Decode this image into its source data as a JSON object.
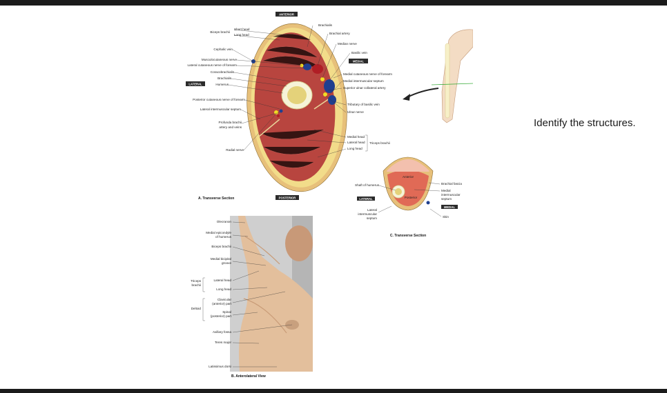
{
  "prompt_text": "Identify the structures.",
  "figure": {
    "panel_a": {
      "caption": "A. Transverse Section",
      "orientation": {
        "top": "ANTERIOR",
        "bottom": "POSTERIOR",
        "left": "LATERAL",
        "right": "MEDIAL"
      },
      "left_labels": [
        "Short head",
        "Long head",
        "Biceps brachii",
        "Cephalic vein",
        "Musculocutaneous nerve",
        "Lateral cutaneous nerve of forearm",
        "Coracobrachialis",
        "Brachialis",
        "Humerus",
        "Posterior cutaneous nerve of forearm",
        "Lateral intermuscular septum",
        "Profunda brachii",
        "artery and veins",
        "Radial nerve"
      ],
      "right_labels": [
        "Brachialis",
        "Brachial artery",
        "Median nerve",
        "Basilic vein",
        "Medial cutaneous nerve of forearm",
        "Medial intermuscular septum",
        "Superior ulnar collateral artery",
        "Tributary of basilic vein",
        "Ulnar nerve",
        "Medial head",
        "Lateral head",
        "Long head",
        "Triceps brachii"
      ]
    },
    "panel_b": {
      "caption": "B. Anterolateral View",
      "labels": [
        "Olecranon",
        "Medial epicondyle",
        "of humerus",
        "Biceps brachii",
        "Medial bicipital",
        "groove",
        "Triceps",
        "brachii",
        "Lateral head",
        "Long head",
        "Deltoid",
        "Clavicular",
        "(anterior) part",
        "Spinal",
        "(posterior) part",
        "Axillary fossa",
        "Teres major",
        "Latissimus dorsi"
      ]
    },
    "panel_c": {
      "caption": "C. Transverse Section",
      "labels": [
        "Shaft of humerus",
        "Anterior",
        "Brachial fascia",
        "Medial",
        "intermuscular",
        "septum",
        "LATERAL",
        "MEDIAL",
        "Lateral",
        "intermuscular",
        "septum",
        "Posterior",
        "Skin"
      ]
    }
  },
  "colors": {
    "muscle": "#b8453f",
    "fat": "#f2dc8a",
    "skin": "#e7c07a",
    "bone": "#f3eec0",
    "vein": "#1f3f8f",
    "artery": "#b01e25",
    "nerve": "#f0dc25",
    "anterior_compartment": "#f3c0ae",
    "posterior_compartment": "#e06a56"
  }
}
